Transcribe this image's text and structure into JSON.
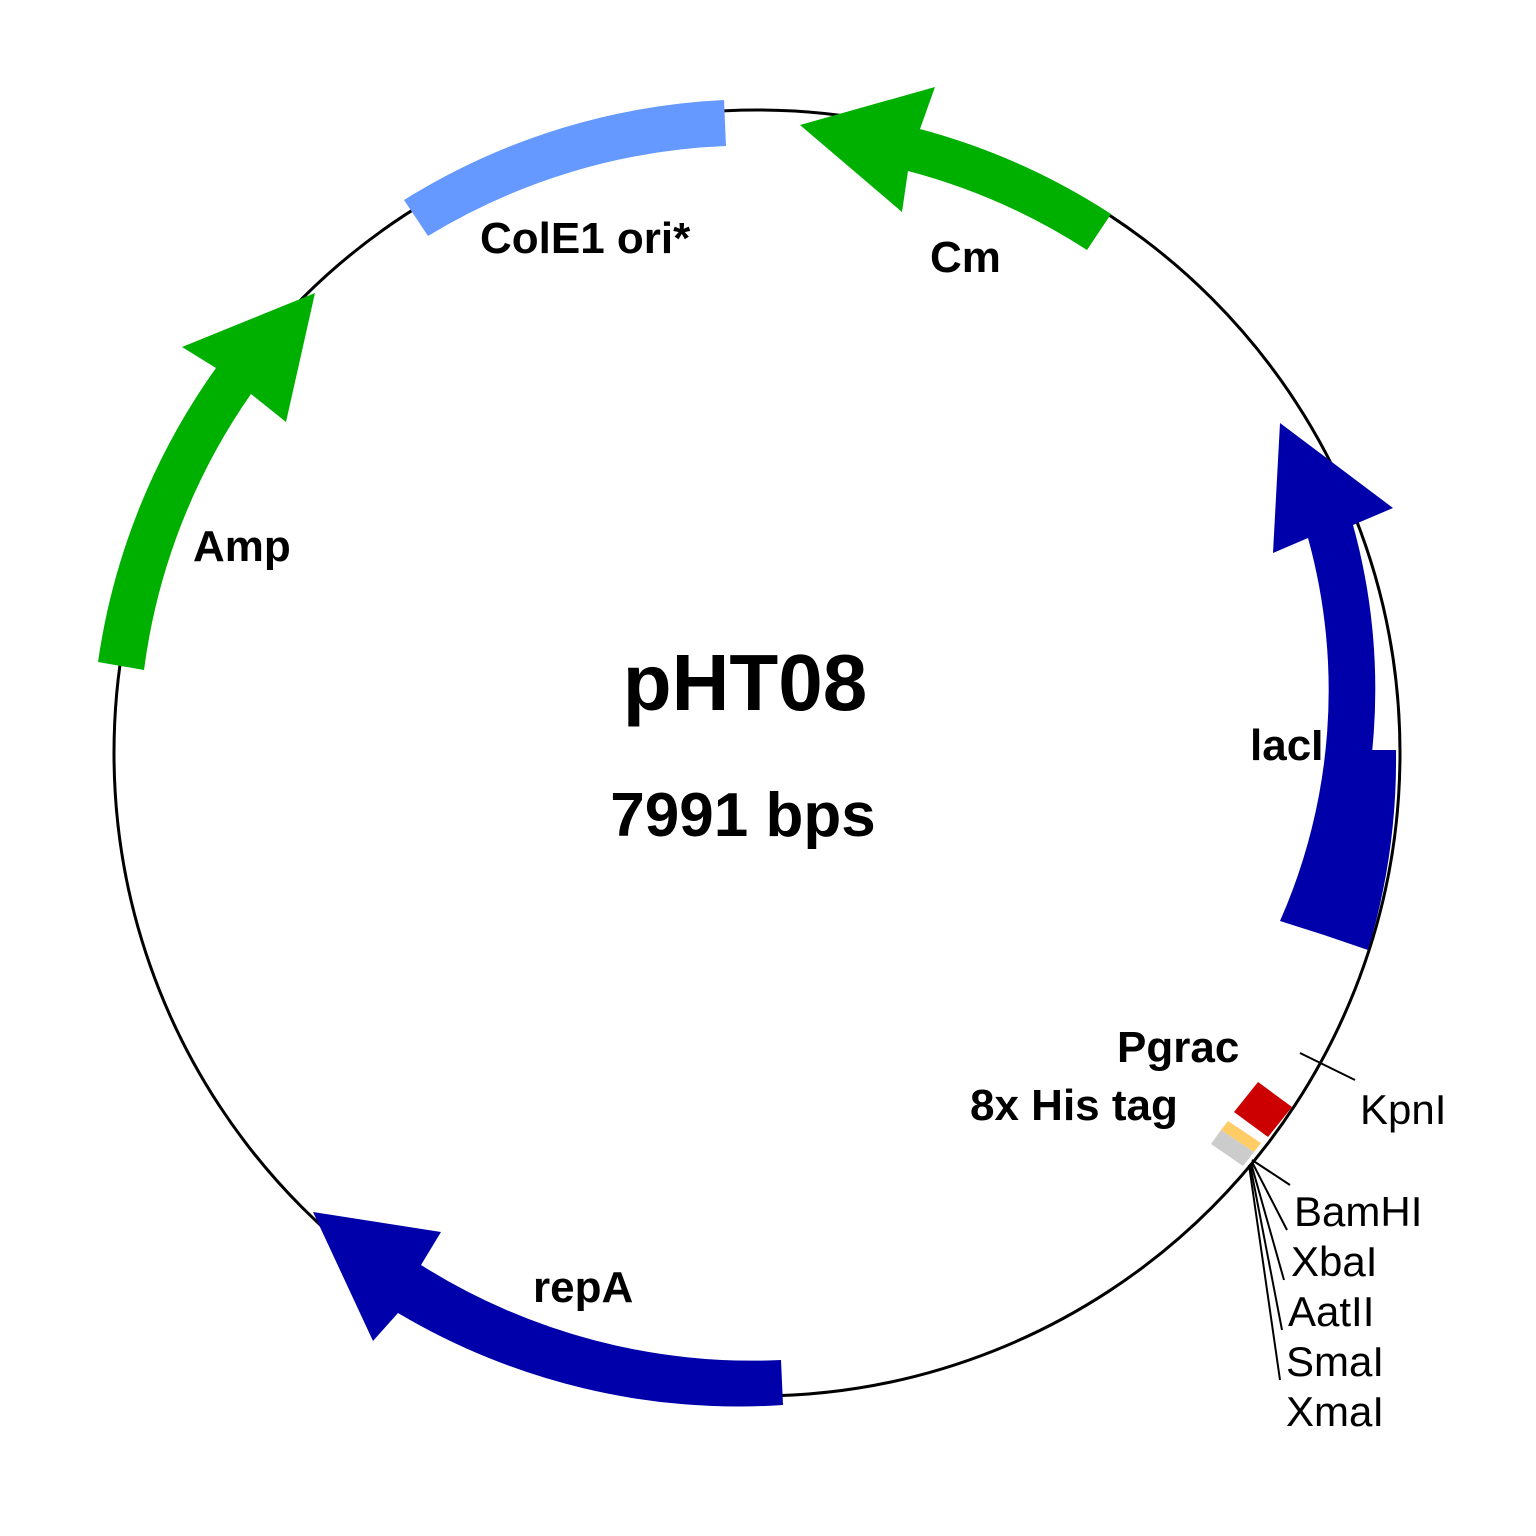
{
  "plasmid": {
    "name": "pHT08",
    "size_label": "7991 bps"
  },
  "colors": {
    "resistance_gene": "#00b000",
    "replication_gene": "#0000aa",
    "origin": "#6699ff",
    "promoter": "#cc0000",
    "his_tag": "#ffcc66",
    "linker": "#cccccc",
    "backbone": "#000000"
  },
  "features": [
    {
      "id": "cole1",
      "label": "ColE1 ori*",
      "kind": "origin"
    },
    {
      "id": "cm",
      "label": "Cm",
      "kind": "resistance_gene"
    },
    {
      "id": "lacI",
      "label": "lacI",
      "kind": "replication_gene"
    },
    {
      "id": "pgrac",
      "label": "Pgrac",
      "kind": "promoter"
    },
    {
      "id": "his",
      "label": "8x His tag",
      "kind": "his_tag"
    },
    {
      "id": "repA",
      "label": "repA",
      "kind": "replication_gene"
    },
    {
      "id": "amp",
      "label": "Amp",
      "kind": "resistance_gene"
    }
  ],
  "restriction_sites": [
    {
      "id": "kpni",
      "label": "KpnI"
    },
    {
      "id": "bamhi",
      "label": "BamHI"
    },
    {
      "id": "xbai",
      "label": "XbaI"
    },
    {
      "id": "aatii",
      "label": "AatII"
    },
    {
      "id": "smai",
      "label": "SmaI"
    },
    {
      "id": "xmai",
      "label": "XmaI"
    }
  ]
}
